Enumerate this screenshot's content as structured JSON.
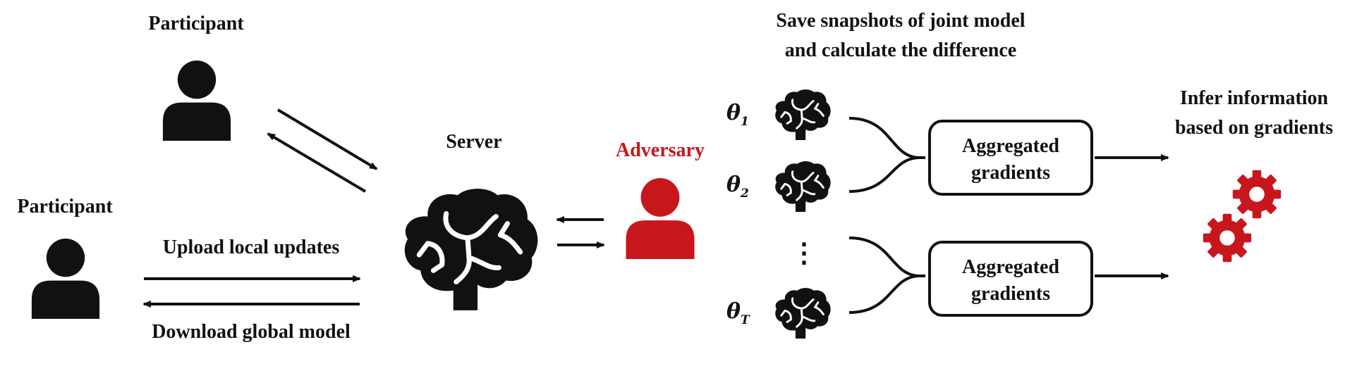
{
  "labels": {
    "participant_top": "Participant",
    "participant_left": "Participant",
    "server": "Server",
    "adversary": "Adversary",
    "upload": "Upload local updates",
    "download": "Download global model",
    "snapshots_line1": "Save snapshots of joint model",
    "snapshots_line2": "and calculate the difference",
    "infer_line1": "Infer information",
    "infer_line2": "based on gradients",
    "aggregated_top_line1": "Aggregated",
    "aggregated_top_line2": "gradients",
    "aggregated_bottom_line1": "Aggregated",
    "aggregated_bottom_line2": "gradients",
    "ellipsis": "⋮"
  },
  "thetas": [
    {
      "symbol": "θ",
      "subscript": "1"
    },
    {
      "symbol": "θ",
      "subscript": "2"
    },
    {
      "symbol": "θ",
      "subscript": "T"
    }
  ],
  "icons": {
    "participant": "person-icon",
    "server": "brain-icon",
    "adversary": "person-icon",
    "snapshot": "brain-icon",
    "inference": "gears-icon"
  },
  "colors": {
    "ink": "#111111",
    "adversary": "#c8161d",
    "background": "#ffffff"
  }
}
